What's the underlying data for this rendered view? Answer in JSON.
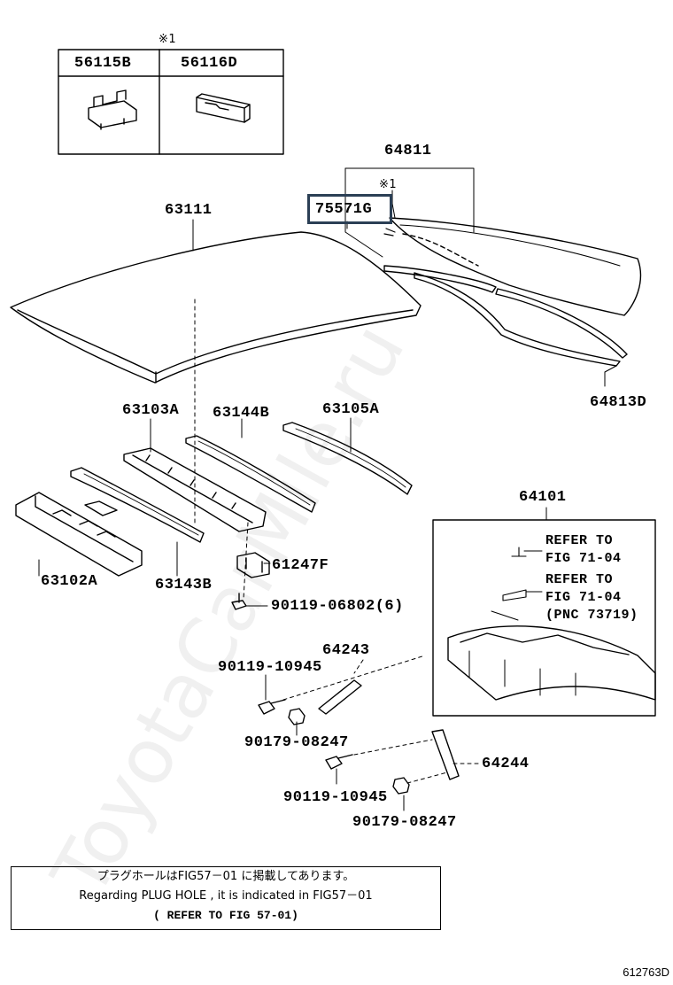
{
  "watermark": "ToyotaCarMile.ru",
  "kit_table": {
    "note_mark": "※1",
    "headers": [
      "56115B",
      "56116D"
    ]
  },
  "labels": {
    "p64811": "64811",
    "note_mark2": "※1",
    "p75571G": "75571G",
    "p63111": "63111",
    "p64813D": "64813D",
    "p63103A": "63103A",
    "p63144B": "63144B",
    "p63105A": "63105A",
    "p64101": "64101",
    "p63102A": "63102A",
    "p63143B": "63143B",
    "p61247F": "61247F",
    "p90119_06802": "90119-06802(6)",
    "p64243": "64243",
    "p90119_10945_a": "90119-10945",
    "p90179_08247_a": "90179-08247",
    "p64244": "64244",
    "p90119_10945_b": "90119-10945",
    "p90179_08247_b": "90179-08247"
  },
  "refers": {
    "r1_line1": "REFER TO",
    "r1_line2": "FIG 71-04",
    "r2_line1": "REFER TO",
    "r2_line2": "FIG 71-04",
    "r2_line3": "(PNC 73719)"
  },
  "note": {
    "line1": "プラグホールはFIG57－01 に掲載してあります。",
    "line2": "Regarding PLUG HOLE , it is indicated in FIG57－01",
    "line3": "(  REFER TO FIG 57-01)"
  },
  "figure_id": "612763D",
  "colors": {
    "highlight": "#2b3f55",
    "line": "#000000"
  }
}
